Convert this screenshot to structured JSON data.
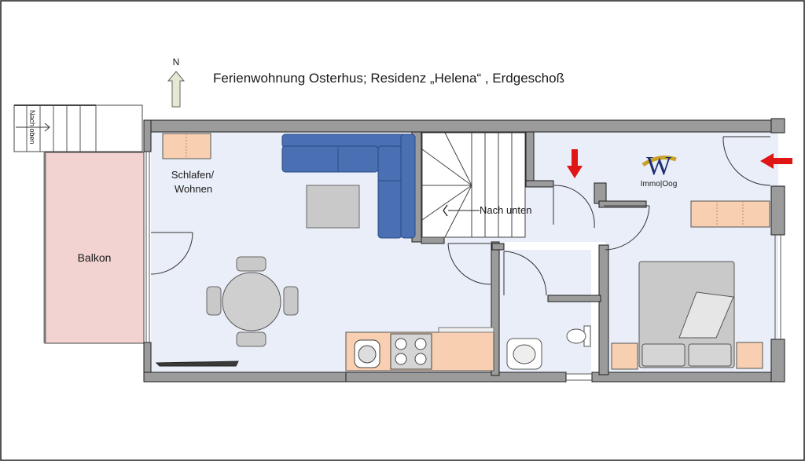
{
  "title": "Ferienwohnung Osterhus; Residenz „Helena“ , Erdgeschoß",
  "north_label": "N",
  "rooms": {
    "living": "Schlafen/",
    "living_line2": "Wohnen",
    "balcony": "Balkon"
  },
  "stairs": {
    "down_label": "Nach unten",
    "up_label": "Nach oben"
  },
  "logo": {
    "letter": "W",
    "text": "Immo|Oog"
  },
  "colors": {
    "outline": "#1c1c1c",
    "wall": "#9b9b9b",
    "floor": "#e9eef8",
    "balcony": "#f3d2d2",
    "sofa": "#4a6fb3",
    "cabinet": "#f8cfb0",
    "furniture_gray": "#c9c9c9",
    "entry_arrow": "#e01515",
    "north_arrow": "#e4ead1",
    "logo_blue": "#1d2f73",
    "logo_gold": "#c9a227"
  }
}
